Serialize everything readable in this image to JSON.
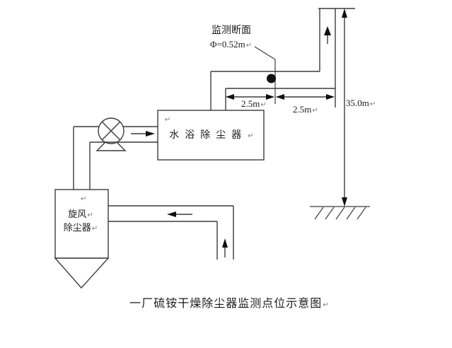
{
  "diagram": {
    "labels": {
      "monitor_section": "监测断面",
      "monitor_diameter": "Φ=0.52m",
      "dim_left": "2.5m",
      "dim_right": "2.5m",
      "stack_height": "35.0m",
      "water_bath_unit": "水浴除尘器",
      "cyclone_unit_line1": "旋风",
      "cyclone_unit_line2": "除尘器",
      "caption": "一厂硫铵干燥除尘器监测点位示意图",
      "return_mark": "↵"
    },
    "dimensions": {
      "duct_diameter_m": 0.52,
      "distance_upstream_m": 2.5,
      "distance_downstream_m": 2.5,
      "stack_height_m": 35.0
    },
    "colors": {
      "line": "#3c3c3c",
      "ink": "#101010",
      "return_mark": "#7a7a7a",
      "background": "#ffffff"
    }
  }
}
